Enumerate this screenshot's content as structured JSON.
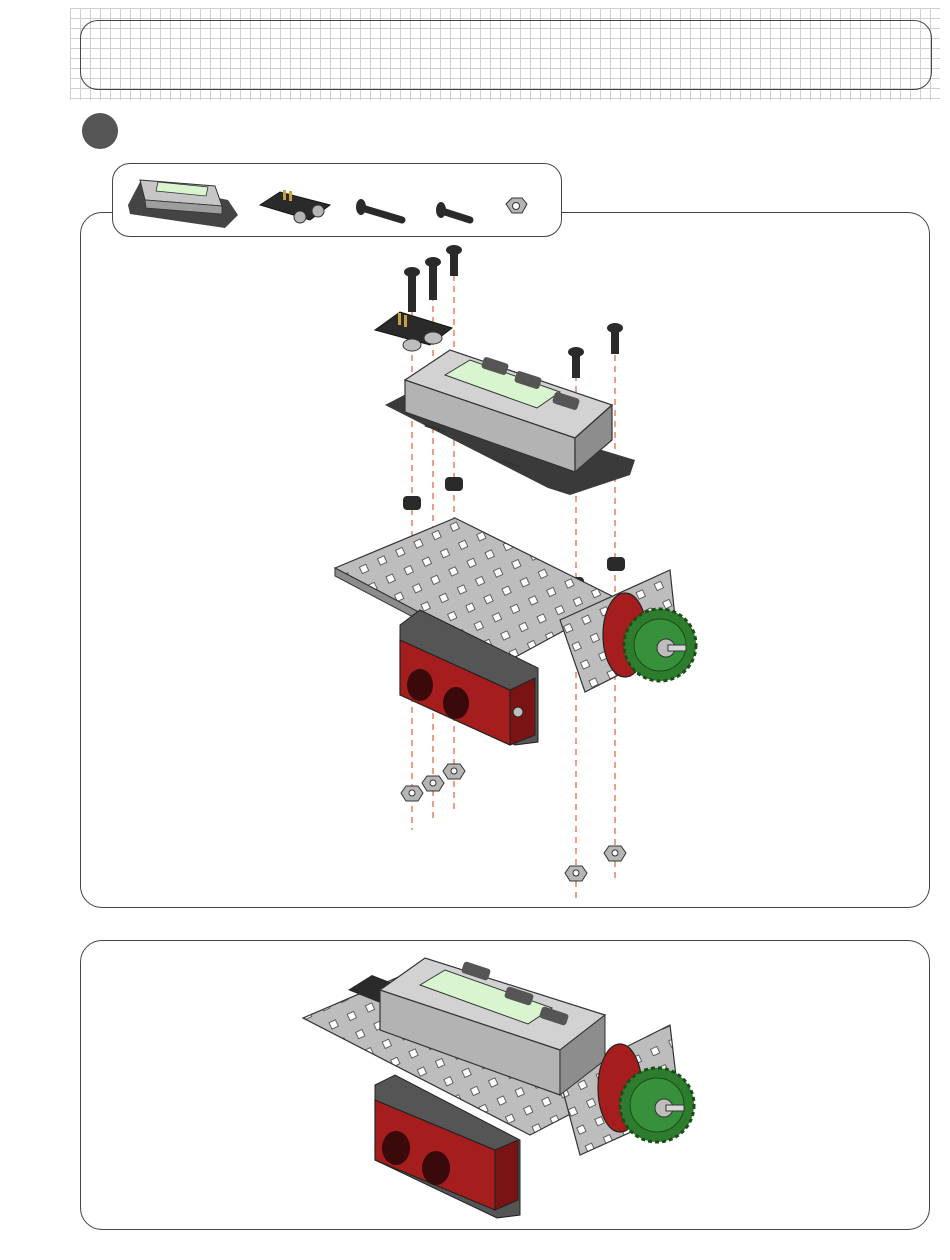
{
  "page": {
    "header_title": "",
    "step_number": ""
  },
  "parts_list": {
    "items": [
      {
        "name": "display-module",
        "icon": "lcd-display-icon"
      },
      {
        "name": "sensor-board",
        "icon": "circuit-board-icon"
      },
      {
        "name": "long-bolt",
        "icon": "long-bolt-icon"
      },
      {
        "name": "short-bolt",
        "icon": "short-bolt-icon"
      },
      {
        "name": "nut",
        "icon": "nut-icon"
      }
    ]
  },
  "colors": {
    "frame_border": "#444444",
    "metal_grey": "#b9b9b9",
    "dark_grey": "#3a3a3a",
    "red_part": "#a51d1d",
    "green_gear": "#2e7d2e",
    "lcd_green": "#d8f5cf",
    "guide_line": "#e0623a"
  }
}
